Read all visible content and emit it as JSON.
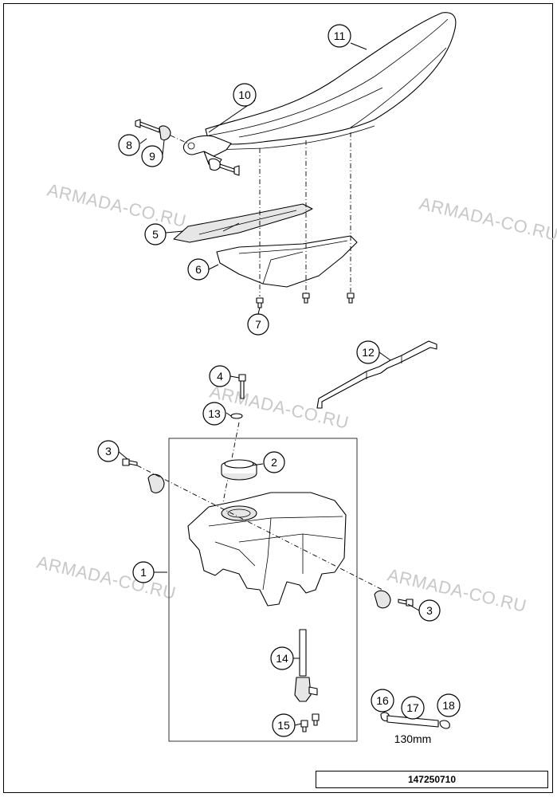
{
  "watermark": "ARMADA-CO.RU",
  "drawing_code": "147250710",
  "hose_length": "130mm",
  "callouts": [
    {
      "label": "1"
    },
    {
      "label": "2"
    },
    {
      "label": "3"
    },
    {
      "label": "3"
    },
    {
      "label": "4"
    },
    {
      "label": "5"
    },
    {
      "label": "6"
    },
    {
      "label": "7"
    },
    {
      "label": "8"
    },
    {
      "label": "9"
    },
    {
      "label": "10"
    },
    {
      "label": "11"
    },
    {
      "label": "12"
    },
    {
      "label": "13"
    },
    {
      "label": "14"
    },
    {
      "label": "15"
    },
    {
      "label": "16"
    },
    {
      "label": "17"
    },
    {
      "label": "18"
    }
  ]
}
